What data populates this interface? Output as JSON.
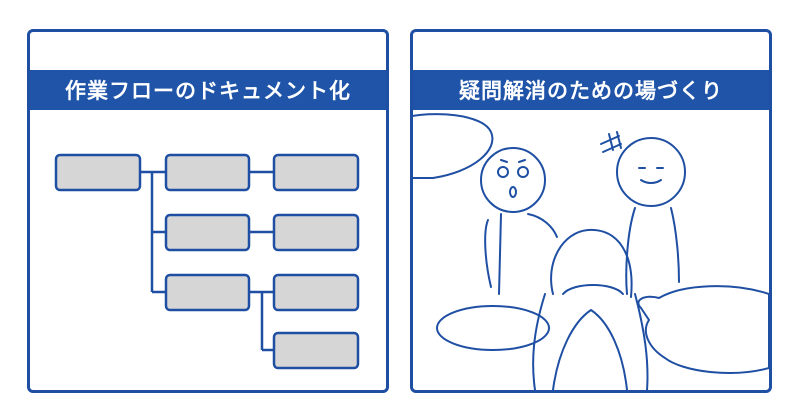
{
  "left_panel": {
    "title": "作業フローのドキュメント化"
  },
  "right_panel": {
    "title": "疑問解消のための場づくり"
  },
  "colors": {
    "frame": "#1f4fa3",
    "title_bar": "#1f54a8",
    "box_fill": "#d6d6d6",
    "line": "#1f4fa3"
  },
  "icons": [
    "flowchart-diagram",
    "people-discussion-illustration"
  ]
}
